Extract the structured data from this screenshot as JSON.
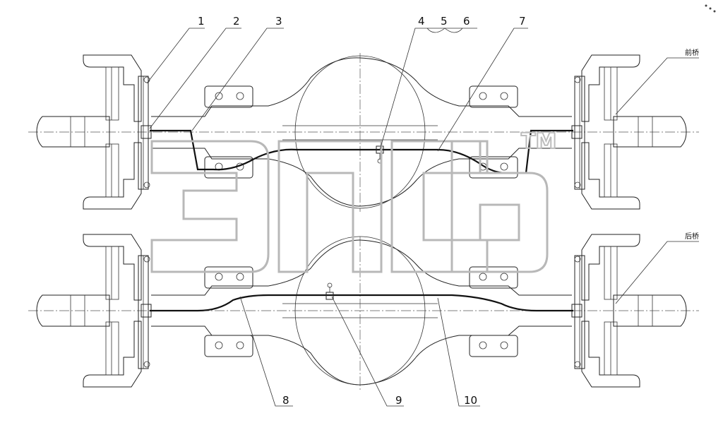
{
  "callouts": [
    {
      "id": "1",
      "label": "1"
    },
    {
      "id": "2",
      "label": "2"
    },
    {
      "id": "3",
      "label": "3"
    },
    {
      "id": "4",
      "label": "4"
    },
    {
      "id": "5",
      "label": "5"
    },
    {
      "id": "6",
      "label": "6"
    },
    {
      "id": "7",
      "label": "7"
    },
    {
      "id": "8",
      "label": "8"
    },
    {
      "id": "9",
      "label": "9"
    },
    {
      "id": "10",
      "label": "10"
    }
  ],
  "axle_labels": {
    "front": "前桥",
    "rear": "后桥"
  },
  "watermark": {
    "trademark": "TM"
  }
}
